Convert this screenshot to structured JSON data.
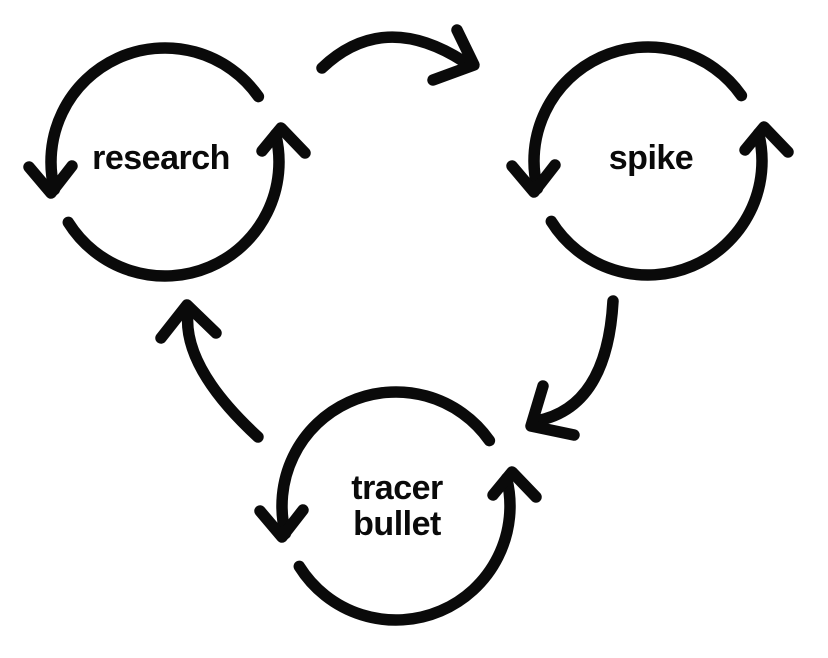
{
  "theme": {
    "ink": "#0a0a0a",
    "canvas_bg": "#ffffff"
  },
  "diagram": {
    "type": "cycle",
    "direction": "clockwise",
    "nodes": [
      {
        "id": "research",
        "label": "research",
        "icon": "cycle-arrows-icon"
      },
      {
        "id": "spike",
        "label": "spike",
        "icon": "cycle-arrows-icon"
      },
      {
        "id": "tracer-bullet",
        "label": "tracer\nbullet",
        "icon": "cycle-arrows-icon"
      }
    ],
    "edges": [
      {
        "from": "research",
        "to": "spike",
        "style": "curved-arrow"
      },
      {
        "from": "spike",
        "to": "tracer-bullet",
        "style": "curved-arrow"
      },
      {
        "from": "tracer-bullet",
        "to": "research",
        "style": "curved-arrow"
      }
    ]
  }
}
